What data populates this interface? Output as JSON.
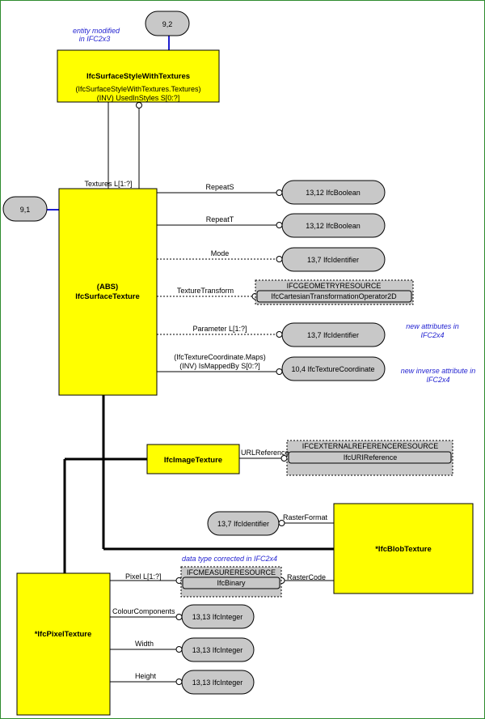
{
  "colors": {
    "entity_fill": "#ffff00",
    "ref_fill": "#c8c8c8",
    "note_text": "#1f1fd0",
    "frame_border": "#2e8b2e",
    "page_ref_connector": "#1f1fd0"
  },
  "page_refs": {
    "top": "9,2",
    "left": "9,1"
  },
  "notes": {
    "entity_modified": [
      "entity modified",
      "in IFC2x3"
    ],
    "new_attributes": [
      "new attributes in",
      "IFC2x4"
    ],
    "new_inverse": [
      "new inverse attribute in",
      "IFC2x4"
    ],
    "data_type_corrected": "data type corrected in IFC2x4"
  },
  "entities": {
    "style_with_textures": {
      "name": "IfcSurfaceStyleWithTextures",
      "inverse_lines": [
        "(IfcSurfaceStyleWithTextures.Textures)",
        "(INV) UsedInStyles S[0:?]"
      ]
    },
    "surface_texture": {
      "name_lines": [
        "(ABS)",
        "IfcSurfaceTexture"
      ]
    },
    "image_texture": {
      "name": "IfcImageTexture"
    },
    "blob_texture": {
      "name": "*IfcBlobTexture"
    },
    "pixel_texture": {
      "name": "*IfcPixelTexture"
    }
  },
  "attributes": {
    "textures": "Textures L[1:?]",
    "repeat_s": "RepeatS",
    "repeat_t": "RepeatT",
    "mode": "Mode",
    "texture_transform": "TextureTransform",
    "parameter": "Parameter L[1:?]",
    "is_mapped_by": [
      "(IfcTextureCoordinate.Maps)",
      "(INV) IsMappedBy S[0:?]"
    ],
    "url_reference": "URLReference",
    "raster_format": "RasterFormat",
    "raster_code": "RasterCode",
    "pixel": "Pixel L[1:?]",
    "colour_components": "ColourComponents",
    "width": "Width",
    "height": "Height"
  },
  "types": {
    "repeat_s": "13,12 IfcBoolean",
    "repeat_t": "13,12 IfcBoolean",
    "mode": "13,7 IfcIdentifier",
    "parameter": "13,7 IfcIdentifier",
    "texture_coordinate": "10,4 IfcTextureCoordinate",
    "raster_format": "13,7 IfcIdentifier",
    "colour_components": "13,13 IfcInteger",
    "width": "13,13 IfcInteger",
    "height": "13,13 IfcInteger"
  },
  "resource_boxes": {
    "geometry": {
      "schema": "IFCGEOMETRYRESOURCE",
      "type": "IfcCartesianTransformationOperator2D"
    },
    "external_reference": {
      "schema": "IFCEXTERNALREFERENCERESOURCE",
      "type": "IfcURIReference"
    },
    "measure": {
      "schema": "IFCMEASURERESOURCE",
      "type": "IfcBinary"
    }
  }
}
